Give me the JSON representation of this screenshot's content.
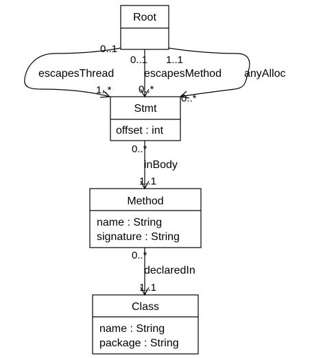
{
  "classes": {
    "root": {
      "name": "Root",
      "attributes": []
    },
    "stmt": {
      "name": "Stmt",
      "attributes": [
        "offset : int"
      ]
    },
    "method": {
      "name": "Method",
      "attributes": [
        "name : String",
        "signature : String"
      ]
    },
    "class": {
      "name": "Class",
      "attributes": [
        "name : String",
        "package : String"
      ]
    }
  },
  "associations": {
    "escapes_thread": {
      "role": "escapesThread",
      "source_mult": "0..1",
      "target_mult": "1..*"
    },
    "escapes_method": {
      "role": "escapesMethod",
      "source_mult": "0..1",
      "target_mult": "0..*"
    },
    "any_alloc": {
      "role": "anyAlloc",
      "source_mult": "1..1",
      "target_mult": "0..*"
    },
    "in_body": {
      "role": "inBody",
      "source_mult": "0..*",
      "target_mult": "1..1"
    },
    "declared_in": {
      "role": "declaredIn",
      "source_mult": "0..*",
      "target_mult": "1..1"
    }
  }
}
